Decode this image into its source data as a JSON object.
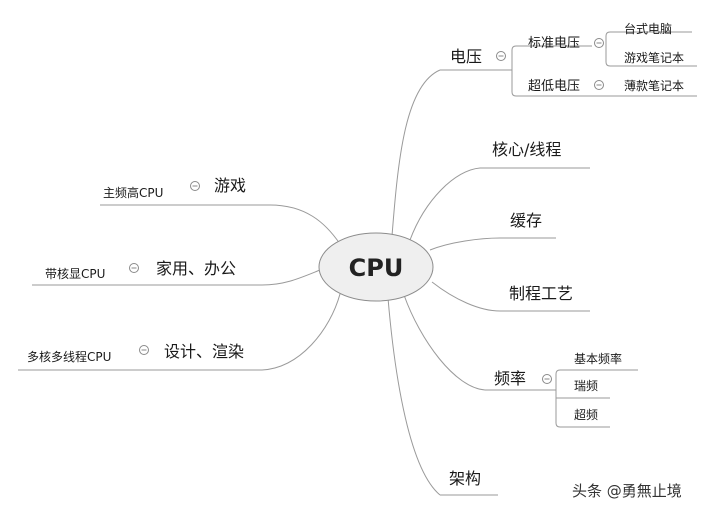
{
  "center": {
    "label": "CPU"
  },
  "right_branches": {
    "voltage": {
      "label": "电压",
      "children": {
        "standard": {
          "label": "标准电压",
          "items": [
            "台式电脑",
            "游戏笔记本"
          ]
        },
        "ultra_low": {
          "label": "超低电压",
          "items": [
            "薄款笔记本"
          ]
        }
      }
    },
    "cores_threads": {
      "label": "核心/线程"
    },
    "cache": {
      "label": "缓存"
    },
    "process": {
      "label": "制程工艺"
    },
    "frequency": {
      "label": "频率",
      "items": [
        "基本频率",
        "瑞频",
        "超频"
      ]
    },
    "architecture": {
      "label": "架构"
    }
  },
  "left_branches": [
    {
      "usage": "游戏",
      "cpu": "主频高CPU"
    },
    {
      "usage": "家用、办公",
      "cpu": "带核显CPU"
    },
    {
      "usage": "设计、渲染",
      "cpu": "多核多线程CPU"
    }
  ],
  "watermark": "头条 @勇無止境"
}
